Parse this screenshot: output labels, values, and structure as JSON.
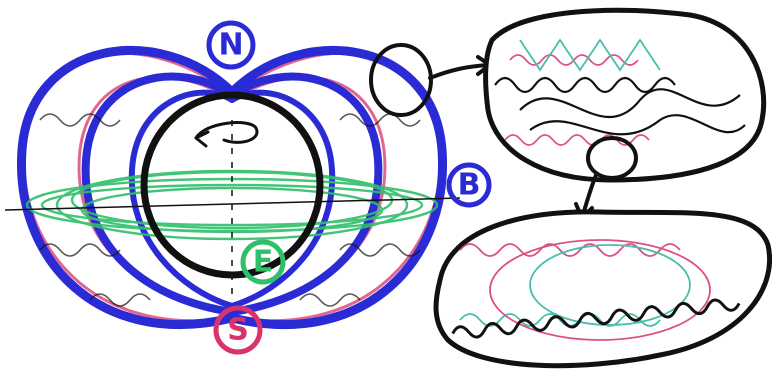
{
  "labels": {
    "north": "N",
    "south": "S",
    "field": "B",
    "electric": "E"
  },
  "colors": {
    "background": "#ffffff",
    "ink_black": "#111111",
    "field_blue": "#2b2bd6",
    "field_pink": "#d8336a",
    "equator_green": "#2fbf6a",
    "teal": "#2ab3a0"
  },
  "icons": {
    "rotation": "curved-arrow-icon",
    "zoom_arrow_1": "arrow-right-icon",
    "zoom_arrow_2": "arrow-down-icon"
  }
}
